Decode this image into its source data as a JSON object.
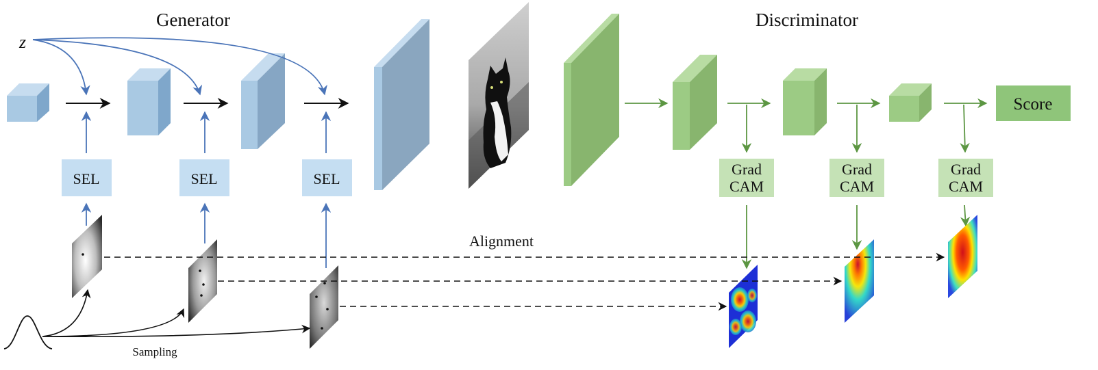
{
  "diagram": {
    "generator_title": "Generator",
    "discriminator_title": "Discriminator",
    "z_label": "z",
    "sel_labels": [
      "SEL",
      "SEL",
      "SEL"
    ],
    "gradcam_labels": [
      {
        "line1": "Grad",
        "line2": "CAM"
      },
      {
        "line1": "Grad",
        "line2": "CAM"
      },
      {
        "line1": "Grad",
        "line2": "CAM"
      }
    ],
    "score_label": "Score",
    "alignment_label": "Alignment",
    "sampling_label": "Sampling"
  },
  "colors": {
    "generator_blue": "#a9c9e3",
    "generator_edge": "#6c96bd",
    "sel_box": "#c5def2",
    "discriminator_green": "#9ccb84",
    "gradcam_box": "#c5e2b6",
    "score_box": "#8fc57a",
    "blue_arrow": "#4a74b8",
    "green_arrow": "#5c9642"
  }
}
